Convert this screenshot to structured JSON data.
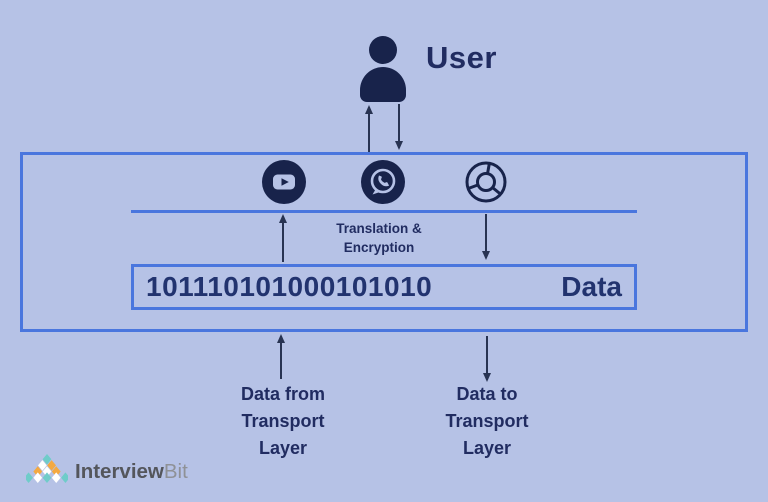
{
  "colors": {
    "bg": "#b6c2e6",
    "navy": "#18234b",
    "text": "#212c61",
    "binary": "#22336f",
    "border": "#4a76de",
    "arrow": "#283352",
    "teal": "#6fccc9",
    "orange": "#f4a941",
    "white": "#ffffff",
    "brand_dark": "#54565c",
    "brand_light": "#8f9196"
  },
  "user": {
    "label": "User"
  },
  "app_layer_box": {
    "icons": [
      {
        "name": "youtube"
      },
      {
        "name": "whatsapp"
      },
      {
        "name": "chrome"
      }
    ],
    "process": {
      "line1": "Translation &",
      "line2": "Encryption"
    },
    "data_bar": {
      "binary": "101110101000101010",
      "label": "Data"
    }
  },
  "bottom_labels": {
    "from_transport": {
      "line1": "Data from",
      "line2": "Transport",
      "line3": "Layer"
    },
    "to_transport": {
      "line1": "Data to",
      "line2": "Transport",
      "line3": "Layer"
    }
  },
  "logo": {
    "brand_bold": "Interview",
    "brand_light": "Bit"
  }
}
